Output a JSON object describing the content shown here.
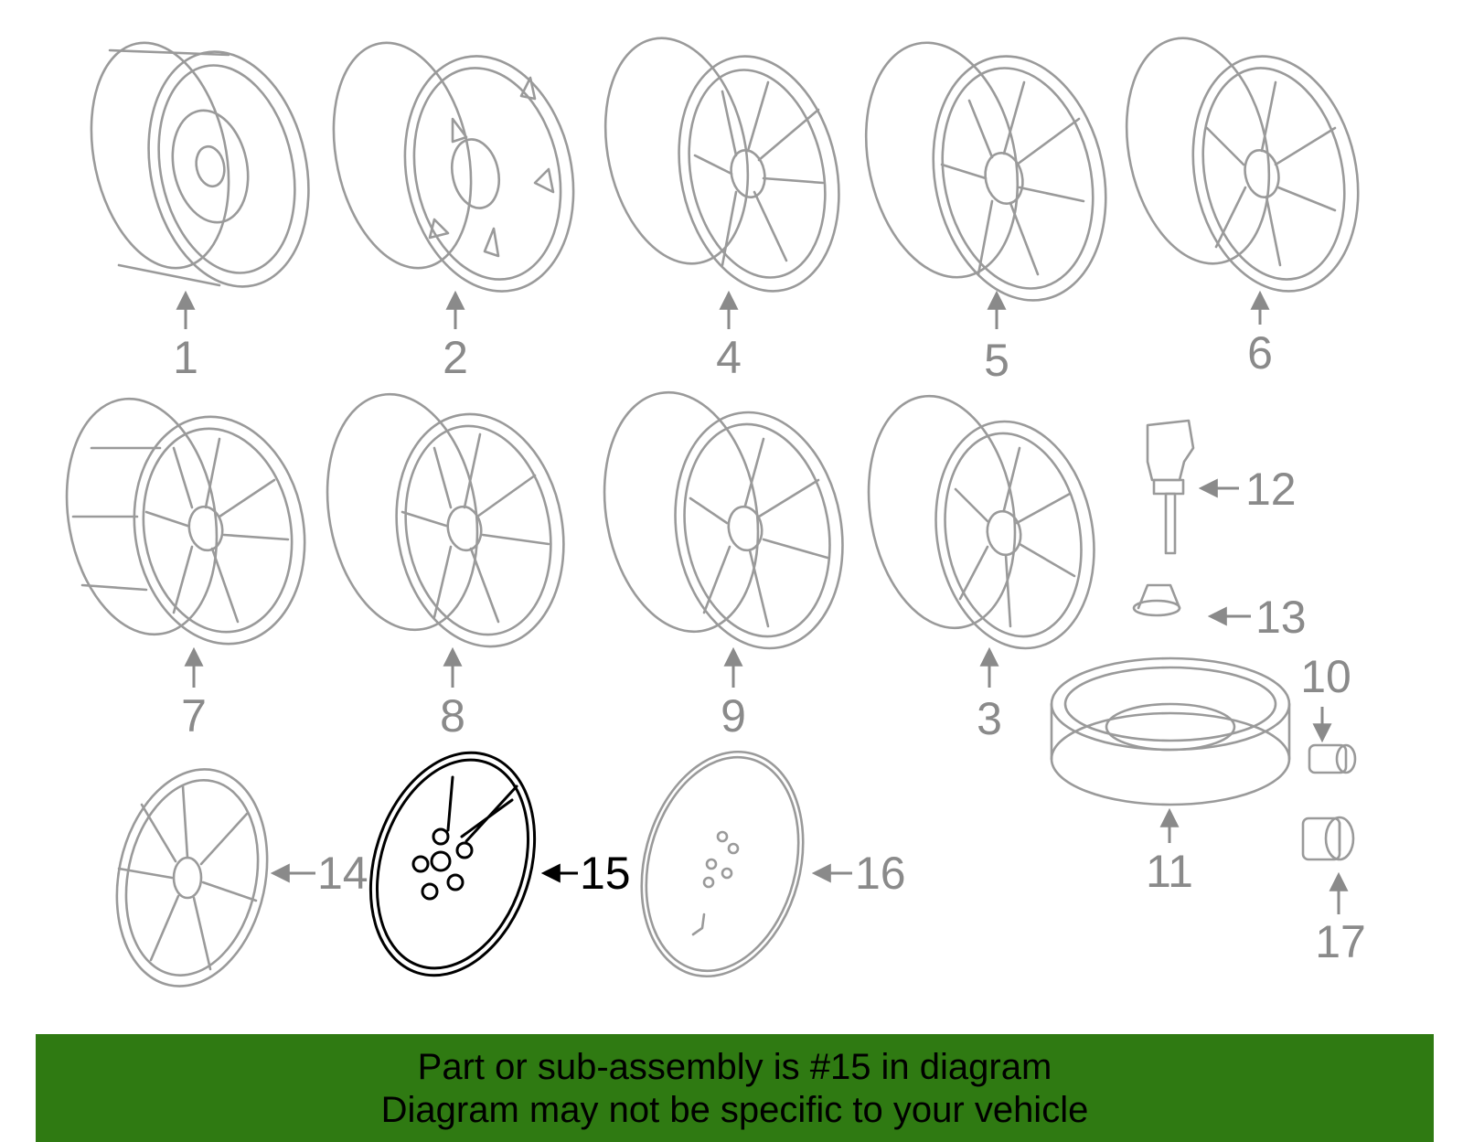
{
  "diagram": {
    "callouts": [
      {
        "id": "1",
        "text": "1",
        "highlight": false
      },
      {
        "id": "2",
        "text": "2",
        "highlight": false
      },
      {
        "id": "4",
        "text": "4",
        "highlight": false
      },
      {
        "id": "5",
        "text": "5",
        "highlight": false
      },
      {
        "id": "6",
        "text": "6",
        "highlight": false
      },
      {
        "id": "7",
        "text": "7",
        "highlight": false
      },
      {
        "id": "8",
        "text": "8",
        "highlight": false
      },
      {
        "id": "9",
        "text": "9",
        "highlight": false
      },
      {
        "id": "3",
        "text": "3",
        "highlight": false
      },
      {
        "id": "12",
        "text": "12",
        "highlight": false
      },
      {
        "id": "13",
        "text": "13",
        "highlight": false
      },
      {
        "id": "10",
        "text": "10",
        "highlight": false
      },
      {
        "id": "11",
        "text": "11",
        "highlight": false
      },
      {
        "id": "14",
        "text": "14",
        "highlight": false
      },
      {
        "id": "15",
        "text": "15",
        "highlight": true
      },
      {
        "id": "16",
        "text": "16",
        "highlight": false
      },
      {
        "id": "17",
        "text": "17",
        "highlight": false
      }
    ],
    "highlight_color": "#000000",
    "part_color": "#9a9a9a"
  },
  "banner": {
    "line1": "Part or sub-assembly is #15 in diagram",
    "line2": "Diagram may not be specific to your vehicle",
    "background": "#2f7a12"
  }
}
